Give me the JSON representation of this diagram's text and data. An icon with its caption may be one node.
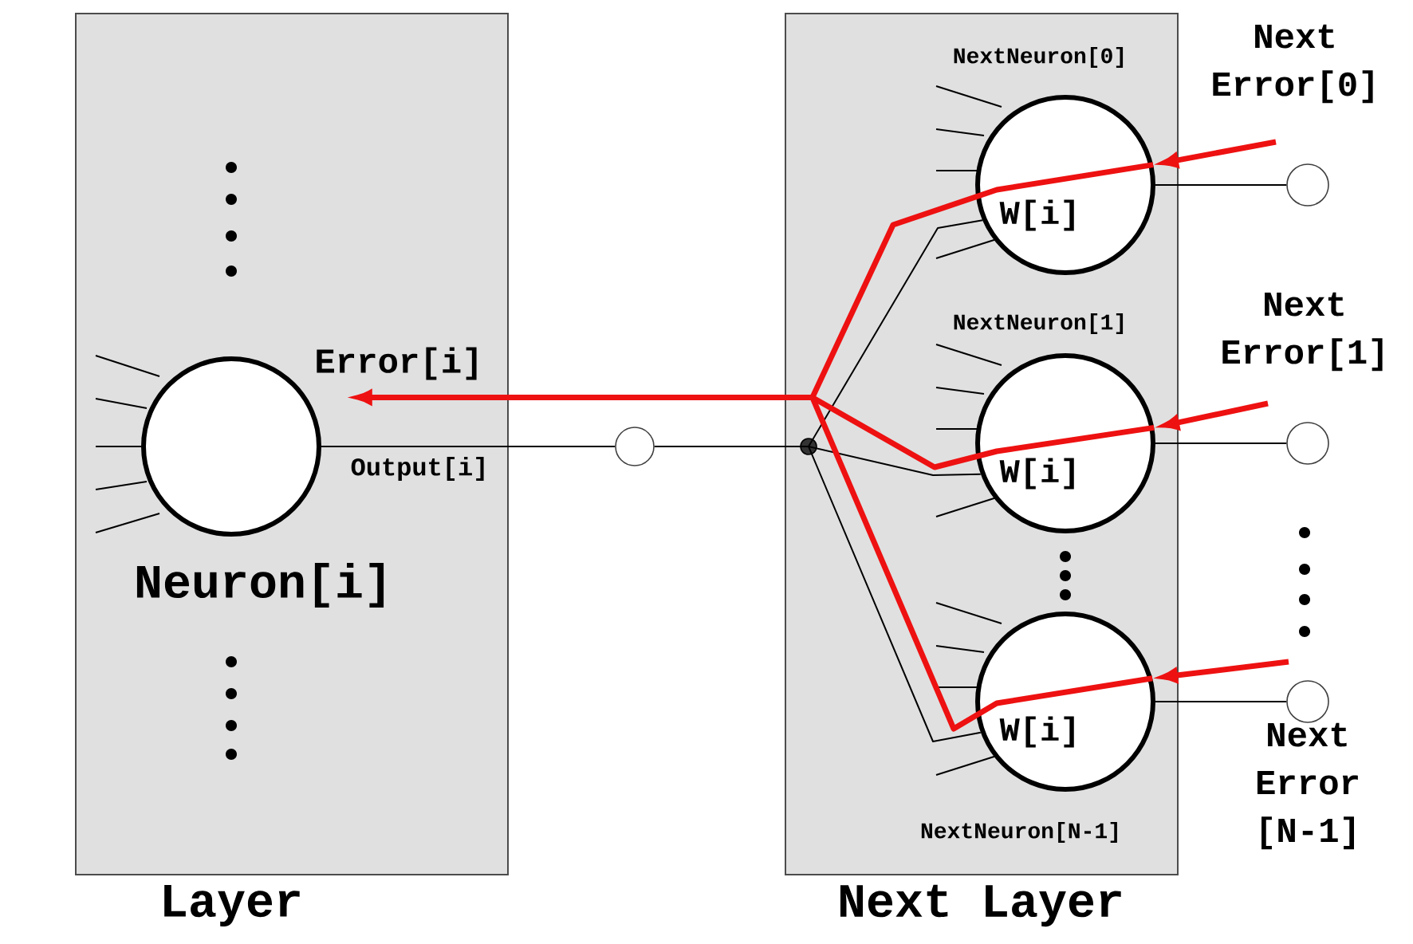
{
  "diagram": {
    "nodes": [
      {
        "text": [
          "Layer"
        ]
      },
      {
        "text": [],
        "shape": "circle",
        "beside": [
          "Neuron[i]"
        ],
        "in": 0
      },
      {
        "text": [
          "Next Layer"
        ]
      },
      {
        "text": [
          "W[i]"
        ],
        "beside": [
          "NextNeuron[0]"
        ],
        "in": 2
      },
      {
        "text": [
          "W[i]"
        ],
        "beside": [
          "NextNeuron[1]"
        ],
        "in": 2
      },
      {
        "text": [
          "W[i]"
        ],
        "beside": [
          "NextNeuron[N-1]"
        ],
        "in": 2
      },
      {
        "text": [],
        "shape": "circle"
      },
      {
        "text": [],
        "shape": "circle",
        "in": 2
      },
      {
        "text": [],
        "shape": "circle",
        "beside": [
          "Next Error[0]"
        ]
      },
      {
        "text": [],
        "shape": "circle",
        "beside": [
          "Next Error[1]"
        ]
      },
      {
        "text": [],
        "shape": "circle",
        "beside": [
          "Next Error [N-1]"
        ]
      }
    ],
    "edges": [
      {
        "from": 1,
        "to": 6,
        "arrow": "none"
      },
      {
        "from": 6,
        "to": 7,
        "arrow": "none"
      },
      {
        "from": 7,
        "to": 3,
        "arrow": "none"
      },
      {
        "from": 7,
        "to": 4,
        "arrow": "none"
      },
      {
        "from": 7,
        "to": 5,
        "arrow": "none"
      },
      {
        "from": 3,
        "to": 8,
        "arrow": "none"
      },
      {
        "from": 4,
        "to": 9,
        "arrow": "none"
      },
      {
        "from": 5,
        "to": 10,
        "arrow": "none"
      },
      {
        "from": null,
        "to": 3,
        "arrow": "to",
        "style": "thick",
        "color": "#ee1111"
      },
      {
        "from": null,
        "to": 4,
        "arrow": "to",
        "style": "thick",
        "color": "#ee1111"
      },
      {
        "from": null,
        "to": 5,
        "arrow": "to",
        "style": "thick",
        "color": "#ee1111"
      },
      {
        "from": 3,
        "to": 1,
        "arrow": "to",
        "style": "thick",
        "color": "#ee1111"
      },
      {
        "from": 4,
        "to": 1,
        "arrow": "to",
        "style": "thick",
        "color": "#ee1111"
      },
      {
        "from": 5,
        "to": 1,
        "arrow": "to",
        "style": "thick",
        "color": "#ee1111"
      }
    ],
    "labels": [
      "Error[i]",
      "Output[i]"
    ]
  }
}
